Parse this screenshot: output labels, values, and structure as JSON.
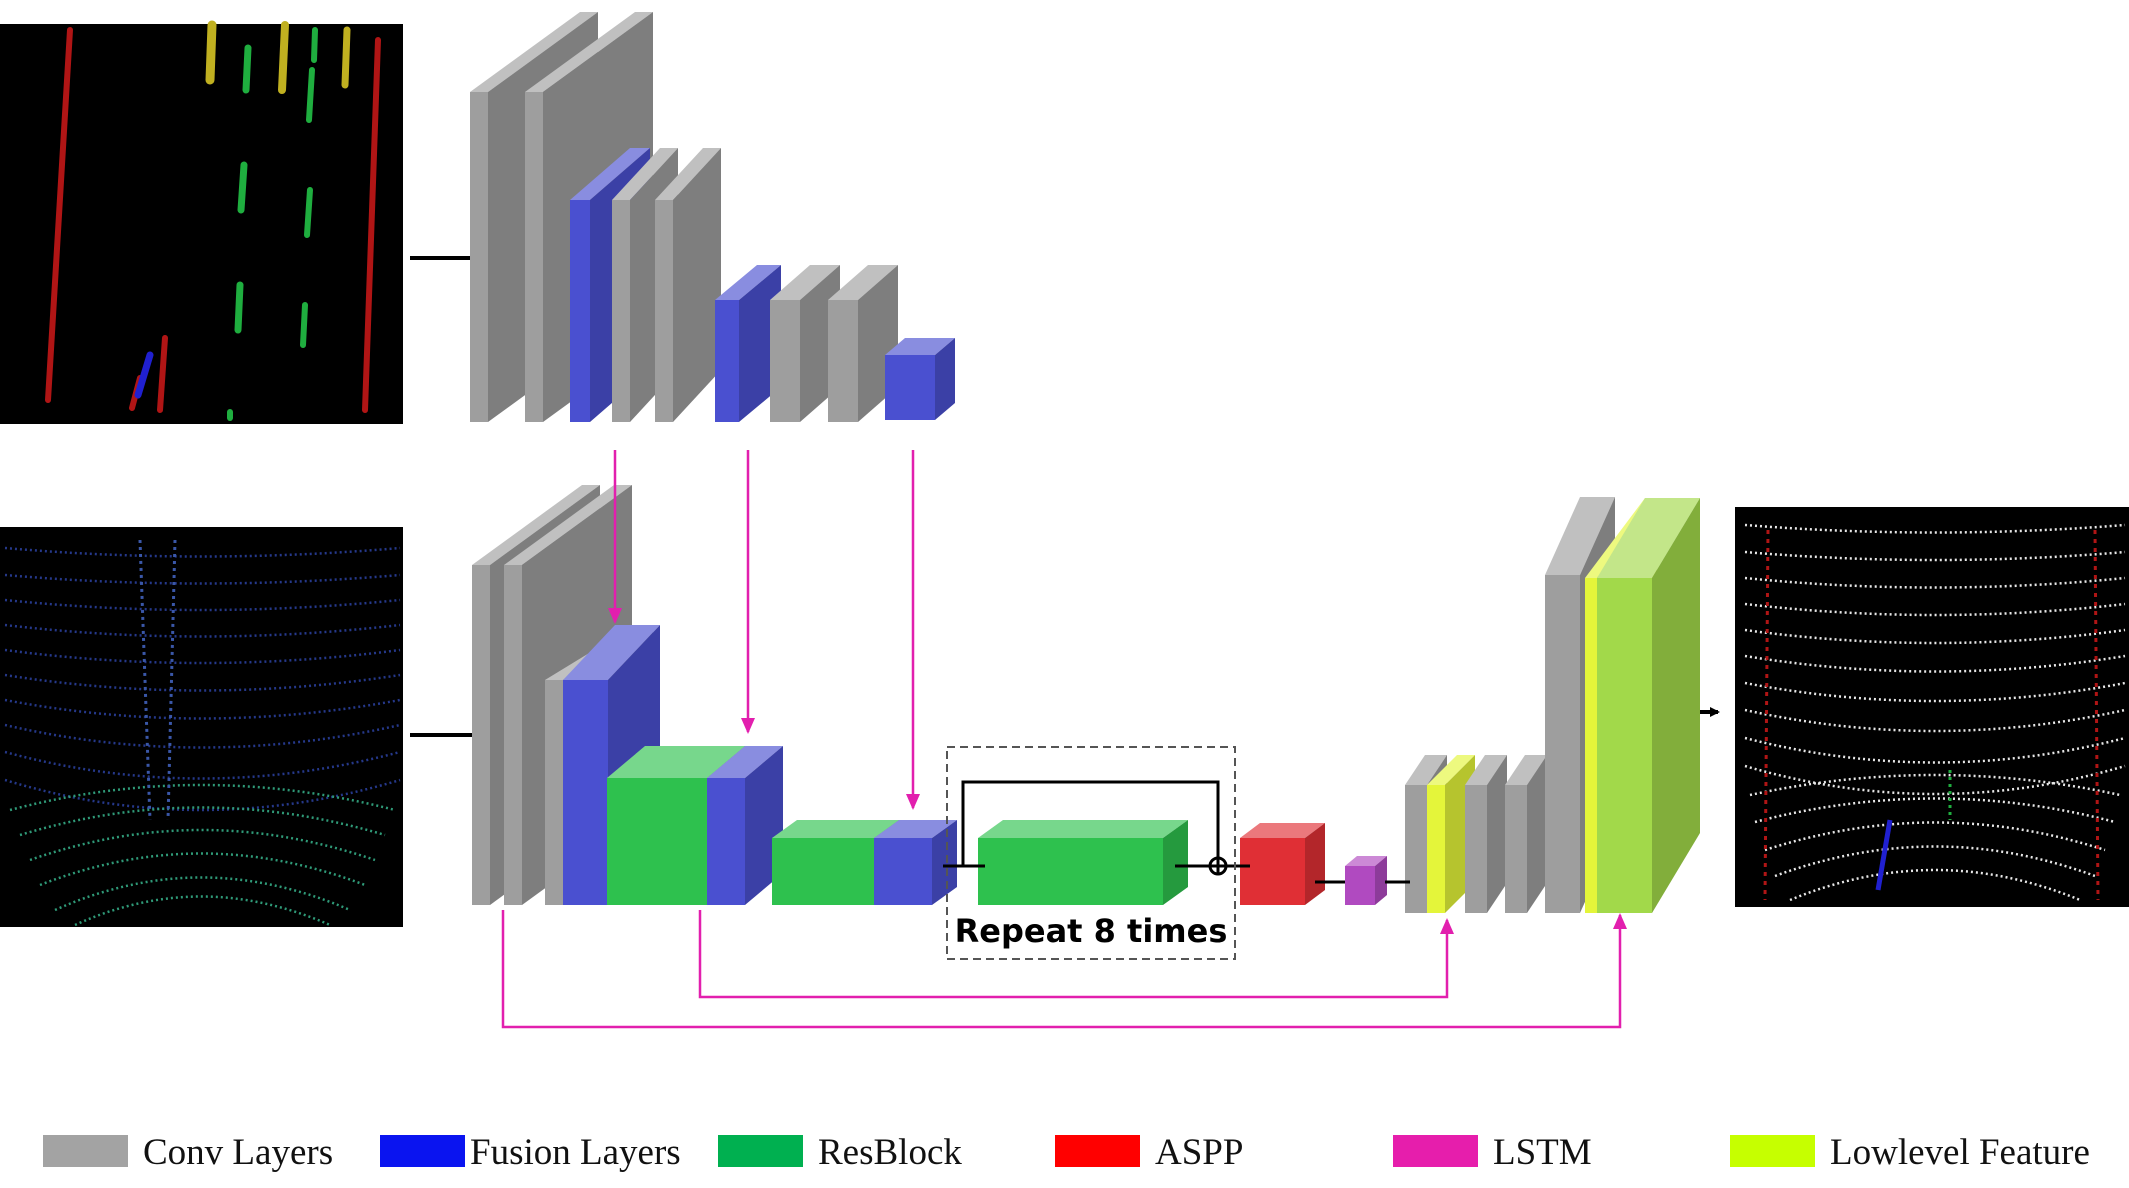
{
  "colors": {
    "conv": "#9e9e9e",
    "fusion": "#4a50d0",
    "resblock": "#2ec14e",
    "aspp": "#e02f35",
    "lstm": "#e21fae",
    "lowlevel": "#a2d94a",
    "lowlevel_bright": "#e4f53a",
    "purple_block": "#b04ac0",
    "arrow_black": "#000000"
  },
  "inputs": {
    "top_image": "semantic-lane-label-map",
    "bottom_image": "lidar-point-cloud-bird-eye-view",
    "output_image": "segmented-point-cloud-output"
  },
  "repeat_label": "Repeat 8 times",
  "legend": [
    {
      "label": "Conv Layers",
      "color": "#a3a3a3"
    },
    {
      "label": "Fusion Layers",
      "color": "#0a14f0"
    },
    {
      "label": "ResBlock",
      "color": "#00b050"
    },
    {
      "label": "ASPP",
      "color": "#ff0000"
    },
    {
      "label": "LSTM",
      "color": "#e61eac"
    },
    {
      "label": "Lowlevel Feature",
      "color": "#c6ff00"
    }
  ]
}
